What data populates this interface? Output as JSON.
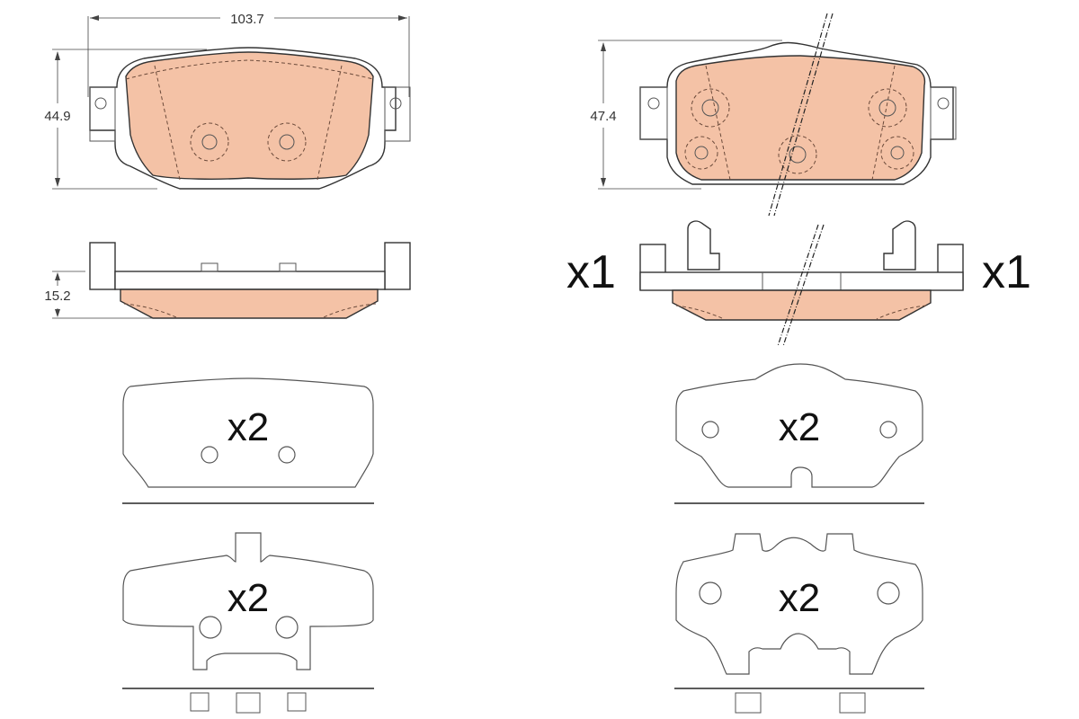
{
  "diagram": {
    "subject": "Brake pad set technical drawing",
    "colors": {
      "friction_material": "#f4c2a6",
      "outline": "#333333",
      "background": "#ffffff"
    },
    "left_pad": {
      "dimensions": {
        "width": "103.7",
        "height": "44.9",
        "thickness": "15.2"
      }
    },
    "right_pad": {
      "dimensions": {
        "height": "47.4"
      },
      "side_view_qty_left": "x1",
      "side_view_qty_right": "x1"
    },
    "shims": [
      {
        "position": "left-middle",
        "qty": "x2"
      },
      {
        "position": "right-middle",
        "qty": "x2"
      },
      {
        "position": "left-bottom",
        "qty": "x2"
      },
      {
        "position": "right-bottom",
        "qty": "x2"
      }
    ]
  }
}
